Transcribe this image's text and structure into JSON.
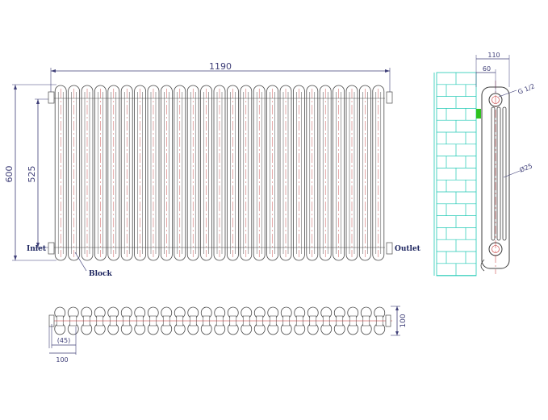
{
  "front_view": {
    "overall_width": "1190",
    "overall_height": "600",
    "pipe_centres": "525",
    "inlet_label": "Inlet",
    "outlet_label": "Outlet",
    "block_label": "Block"
  },
  "plan_view": {
    "depth": "100",
    "offset": "45",
    "end_width": "100"
  },
  "side_view": {
    "total_depth": "110",
    "wall_offset": "60",
    "thread_size": "G 1/2",
    "tube_diameter": "Ø25"
  },
  "colors": {
    "outline": "#4a4a4a",
    "dimension": "#3f3f78",
    "centre_line": "#c02828",
    "wall": "#1fc9b4",
    "bracket": "#2ec21e"
  }
}
